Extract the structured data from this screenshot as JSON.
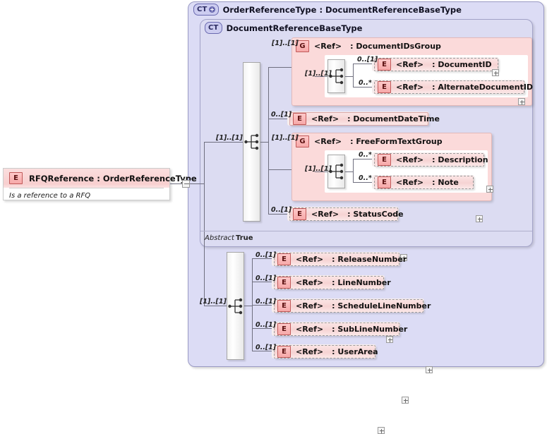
{
  "diagram": {
    "kind": "xsd-schema-diagram",
    "root_element": {
      "icon": "element-badge-E",
      "name": "RFQReference : OrderReferenceType",
      "documentation": "Is a reference to a RFQ",
      "expander": "minus-box"
    },
    "outer_type": {
      "icon": "complextype-badge-CT-plus",
      "badge_label": "CT",
      "title": "OrderReferenceType : DocumentReferenceBaseType"
    },
    "base_type": {
      "icon": "complextype-badge-CT",
      "badge_label": "CT",
      "title": "DocumentReferenceBaseType",
      "abstract_label": "Abstract",
      "abstract_value": "True",
      "sequence_cardinality": "[1]..[1]"
    },
    "base_children": [
      {
        "kind": "group",
        "badge": "G",
        "ref": "<Ref>",
        "type": ": DocumentIDsGroup",
        "cardinality": "[1]..[1]",
        "sequence_cardinality": "[1]..[1]",
        "members": [
          {
            "badge": "E",
            "ref": "<Ref>",
            "type": ": DocumentID",
            "cardinality": "0..[1]",
            "style": "dashed",
            "expander": "plus"
          },
          {
            "badge": "E",
            "ref": "<Ref>",
            "type": ": AlternateDocumentID",
            "cardinality": "0..*",
            "style": "dashed",
            "expander": "plus"
          }
        ]
      },
      {
        "kind": "element",
        "badge": "E",
        "ref": "<Ref>",
        "type": ": DocumentDateTime",
        "cardinality": "0..[1]",
        "style": "solid",
        "expander": "plus"
      },
      {
        "kind": "group",
        "badge": "G",
        "ref": "<Ref>",
        "type": ": FreeFormTextGroup",
        "cardinality": "[1]..[1]",
        "sequence_cardinality": "[1]..[1]",
        "members": [
          {
            "badge": "E",
            "ref": "<Ref>",
            "type": ": Description",
            "cardinality": "0..*",
            "style": "dashed",
            "expander": "plus"
          },
          {
            "badge": "E",
            "ref": "<Ref>",
            "type": ": Note",
            "cardinality": "0..*",
            "style": "dashed",
            "expander": "plus"
          }
        ]
      },
      {
        "kind": "element",
        "badge": "E",
        "ref": "<Ref>",
        "type": ": StatusCode",
        "cardinality": "0..[1]",
        "style": "dashed",
        "expander": "plus"
      }
    ],
    "extension_sequence": {
      "cardinality": "[1]..[1]",
      "children": [
        {
          "badge": "E",
          "ref": "<Ref>",
          "type": ": ReleaseNumber",
          "cardinality": "0..[1]",
          "style": "dashed",
          "expander": "plus"
        },
        {
          "badge": "E",
          "ref": "<Ref>",
          "type": ": LineNumber",
          "cardinality": "0..[1]",
          "style": "dashed",
          "expander": "plus"
        },
        {
          "badge": "E",
          "ref": "<Ref>",
          "type": ": ScheduleLineNumber",
          "cardinality": "0..[1]",
          "style": "dashed",
          "expander": "plus"
        },
        {
          "badge": "E",
          "ref": "<Ref>",
          "type": ": SubLineNumber",
          "cardinality": "0..[1]",
          "style": "dashed",
          "expander": "plus"
        },
        {
          "badge": "E",
          "ref": "<Ref>",
          "type": ": UserArea",
          "cardinality": "0..[1]",
          "style": "dashed",
          "expander": "plus"
        }
      ]
    },
    "colors": {
      "container_fill": "#dcdcf5",
      "container_border": "#9a9ac4",
      "node_fill": "#f7d5d5",
      "node_badge_border": "#c05a5a",
      "group_fill": "#fbdada",
      "line": "#6f6f7f"
    }
  }
}
